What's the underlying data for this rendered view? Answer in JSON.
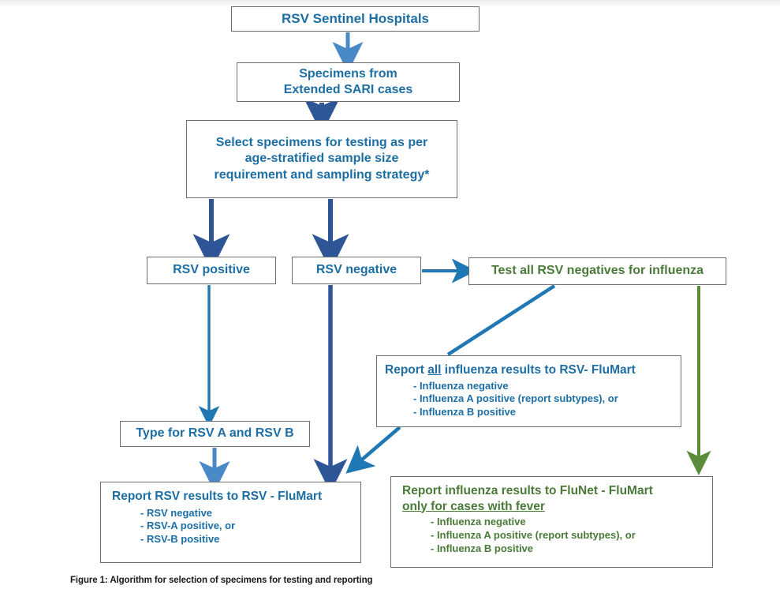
{
  "figure": {
    "caption": "Figure 1: Algorithm for selection of specimens for testing and reporting"
  },
  "colors": {
    "blue_text": "#1c6ea4",
    "green_text": "#4a7a38",
    "arrow_light_blue": "#1f77b4",
    "arrow_dark_blue": "#2e5596",
    "arrow_green": "#5b8c3a",
    "box_border": "#6e6e6e",
    "background": "#ffffff"
  },
  "nodes": {
    "sentinel": {
      "title": "RSV Sentinel Hospitals"
    },
    "specimens": {
      "line1": "Specimens from",
      "line2": "Extended SARI cases"
    },
    "select": {
      "line1": "Select specimens for testing as per",
      "line2": "age-stratified sample size",
      "line3": "requirement and sampling strategy*"
    },
    "rsv_positive": {
      "title": "RSV positive"
    },
    "rsv_negative": {
      "title": "RSV negative"
    },
    "test_influenza": {
      "title": "Test all RSV negatives for influenza"
    },
    "report_influenza_rsvflumart": {
      "title_prefix": "Report ",
      "title_underlined": "all",
      "title_suffix": " influenza results to RSV- FluMart",
      "bullets": [
        "-  Influenza negative",
        "-  Influenza A positive (report subtypes), or",
        "-  Influenza B positive"
      ]
    },
    "type_rsv": {
      "title": "Type for RSV A and RSV B"
    },
    "report_rsv_flumart": {
      "title": "Report RSV results to RSV - FluMart",
      "bullets": [
        "-  RSV negative",
        "-  RSV-A positive, or",
        "-  RSV-B positive"
      ]
    },
    "report_flunet_flumart": {
      "title_line1": "Report influenza results to FluNet - FluMart",
      "title_line2_underlined": "only for cases with fever",
      "bullets": [
        "-  Influenza negative",
        "-  Influenza A positive (report subtypes), or",
        "-  Influenza B positive"
      ]
    }
  },
  "edges": [
    {
      "name": "sentinel-to-specimens",
      "from": "sentinel",
      "to": "specimens",
      "style": "vertical-arrow",
      "color": "#4a89c7"
    },
    {
      "name": "specimens-to-select",
      "from": "specimens",
      "to": "select",
      "style": "vertical-arrow",
      "color": "#2e5596"
    },
    {
      "name": "select-to-rsv-positive",
      "from": "select",
      "to": "rsv_positive",
      "style": "vertical-arrow",
      "color": "#2e5596"
    },
    {
      "name": "select-to-rsv-negative",
      "from": "select",
      "to": "rsv_negative",
      "style": "vertical-arrow",
      "color": "#2e5596"
    },
    {
      "name": "rsv-negative-to-test-influenza",
      "from": "rsv_negative",
      "to": "test_influenza",
      "style": "horizontal-arrow",
      "color": "#1f77b4"
    },
    {
      "name": "rsv-positive-to-type",
      "from": "rsv_positive",
      "to": "type_rsv",
      "style": "vertical-arrow",
      "color": "#1f77b4"
    },
    {
      "name": "test-influenza-to-report-influenza",
      "from": "test_influenza",
      "to": "report_influenza_rsvflumart",
      "style": "diagonal-line",
      "color": "#1f77b4"
    },
    {
      "name": "test-influenza-to-report-flunet",
      "from": "test_influenza",
      "to": "report_flunet_flumart",
      "style": "vertical-arrow",
      "color": "#5b8c3a"
    },
    {
      "name": "rsv-negative-to-report-rsv",
      "from": "rsv_negative",
      "to": "report_rsv_flumart",
      "style": "vertical-arrow",
      "color": "#2e5596"
    },
    {
      "name": "report-influenza-to-report-rsv",
      "from": "report_influenza_rsvflumart",
      "to": "report_rsv_flumart",
      "style": "diagonal-arrow",
      "color": "#1f77b4"
    },
    {
      "name": "type-to-report-rsv",
      "from": "type_rsv",
      "to": "report_rsv_flumart",
      "style": "vertical-arrow",
      "color": "#4a89c7"
    }
  ]
}
